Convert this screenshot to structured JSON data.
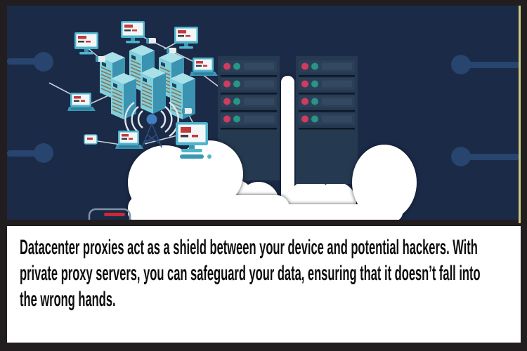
{
  "caption": {
    "lines": [
      "Datacenter proxies act as a shield between your device and potential hackers. With",
      "private proxy servers, you can safeguard your data, ensuring that it doesn’t fall into",
      "the wrong hands."
    ]
  },
  "colors": {
    "frame": "#221e1f",
    "navy": "#1b2a47",
    "accent_line": "#cfc97e",
    "circuit": "#27456e",
    "net_line": "#c6d0d9",
    "teal": "#4fb4ce",
    "cloud": "#ffffff",
    "rack_body": "#253950",
    "led_red": "#d13c5e",
    "led_teal": "#2a9486",
    "caption_bg": "#ffffff",
    "caption_text": "#0d0d0d"
  },
  "icons": [
    "monitor-icon",
    "laptop-icon",
    "server-tower-icon",
    "server-rack-icon",
    "wifi-antenna-icon",
    "cloud-icon",
    "circuit-node-icon",
    "phone-icon",
    "network-adapter-icon"
  ]
}
